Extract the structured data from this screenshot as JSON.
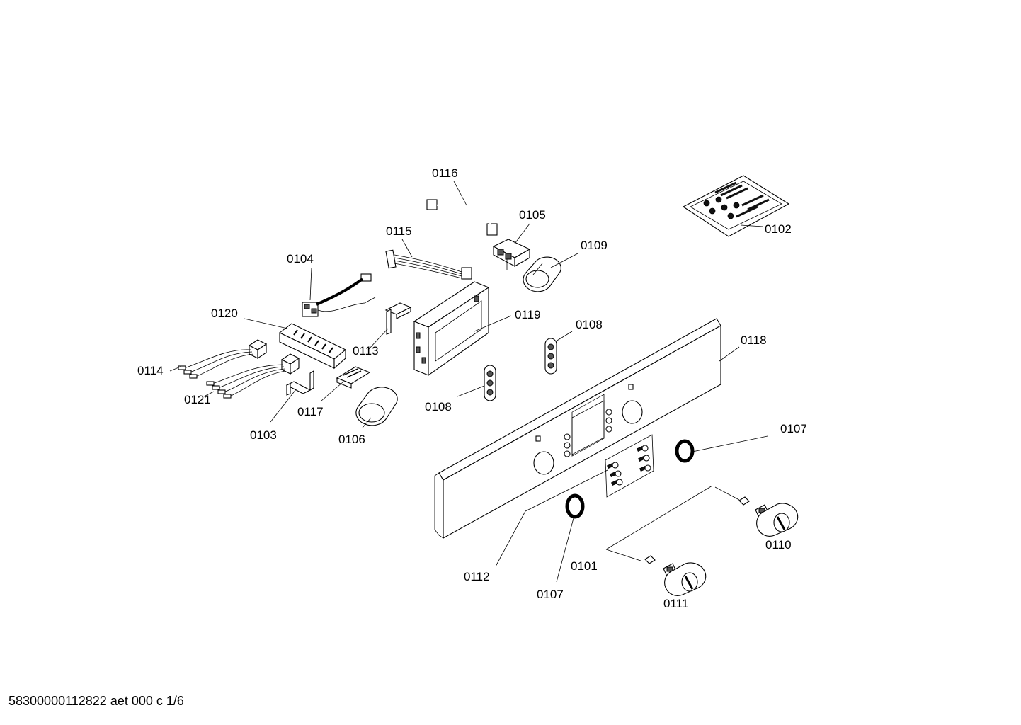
{
  "labels": {
    "p0116": "0116",
    "p0105": "0105",
    "p0115": "0115",
    "p0109": "0109",
    "p0104": "0104",
    "p0102": "0102",
    "p0120": "0120",
    "p0119": "0119",
    "p0108a": "0108",
    "p0113": "0113",
    "p0118": "0118",
    "p0114": "0114",
    "p0108b": "0108",
    "p0121": "0121",
    "p0117": "0117",
    "p0103": "0103",
    "p0106": "0106",
    "p0107a": "0107",
    "p0110": "0110",
    "p0112": "0112",
    "p0101": "0101",
    "p0107b": "0107",
    "p0111": "0111"
  },
  "footer": "58300000112822 aet 000 c 1/6"
}
